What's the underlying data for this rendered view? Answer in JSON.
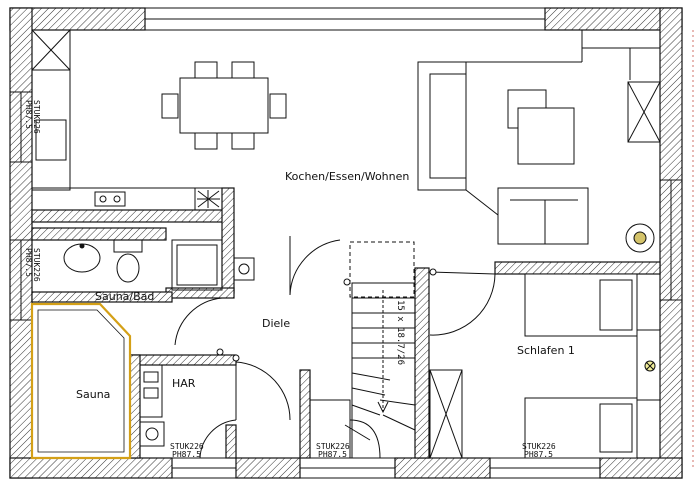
{
  "rooms": {
    "kitchen_living": "Kochen/Essen/Wohnen",
    "sauna_bath": "Sauna/Bad",
    "hall": "Diele",
    "bedroom": "Schlafen 1",
    "sauna": "Sauna",
    "utility": "HAR"
  },
  "stairs": {
    "spec": "15 x 18.7/26"
  },
  "windows": {
    "label_a": "STUK226",
    "label_b": "PH87.5",
    "left_upper_a": "STUK226",
    "left_upper_b": "PH87.5",
    "left_lower_a": "STUK226",
    "left_lower_b": "PH87.5",
    "bottom_1_a": "STUK226",
    "bottom_1_b": "PH87.5",
    "bottom_2_a": "STUK226",
    "bottom_2_b": "PH87.5",
    "bottom_3_a": "STUK226",
    "bottom_3_b": "PH87.5"
  },
  "colors": {
    "wall": "#111111",
    "sauna_outline": "#d4a017",
    "side_note": "#b22222"
  }
}
